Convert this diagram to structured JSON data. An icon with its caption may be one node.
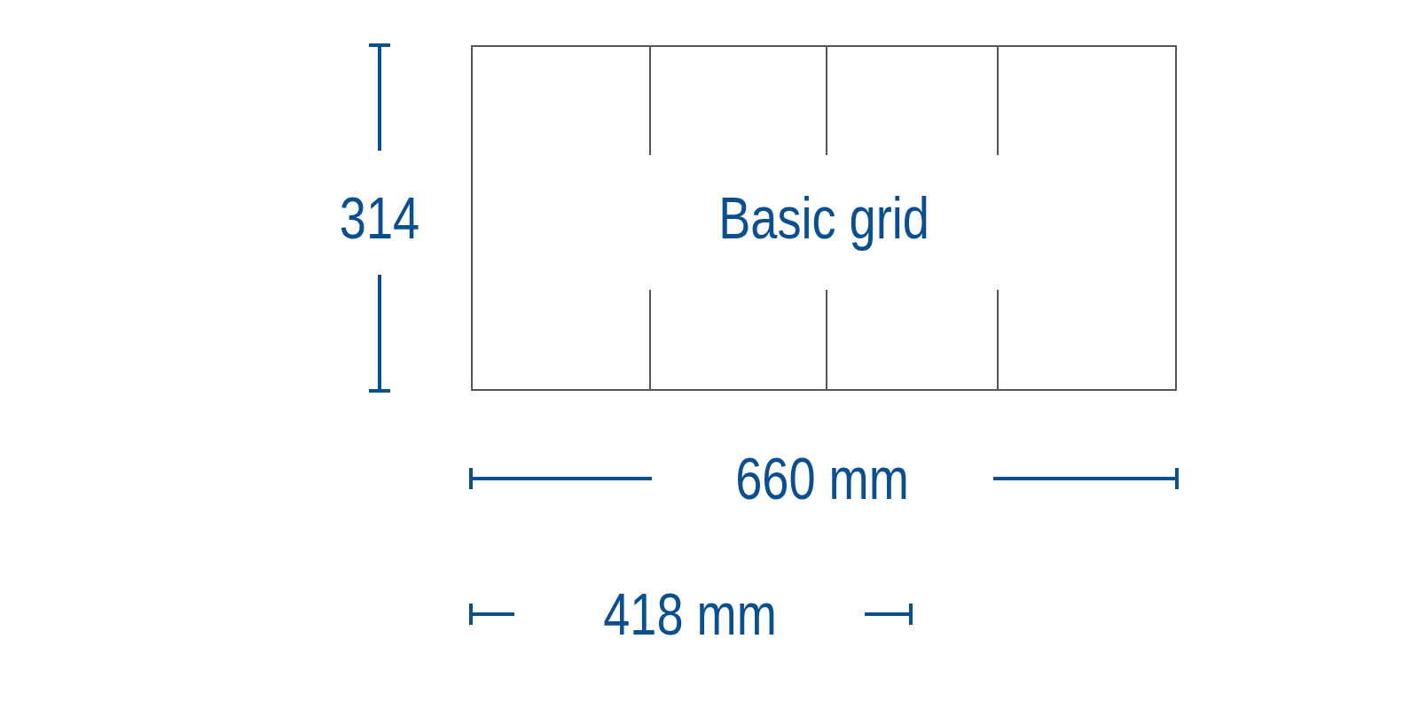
{
  "diagram": {
    "nodes": [
      {
        "text": [
          "Basic grid"
        ]
      }
    ],
    "labels": [
      "314",
      "660 mm",
      "418 mm"
    ]
  }
}
